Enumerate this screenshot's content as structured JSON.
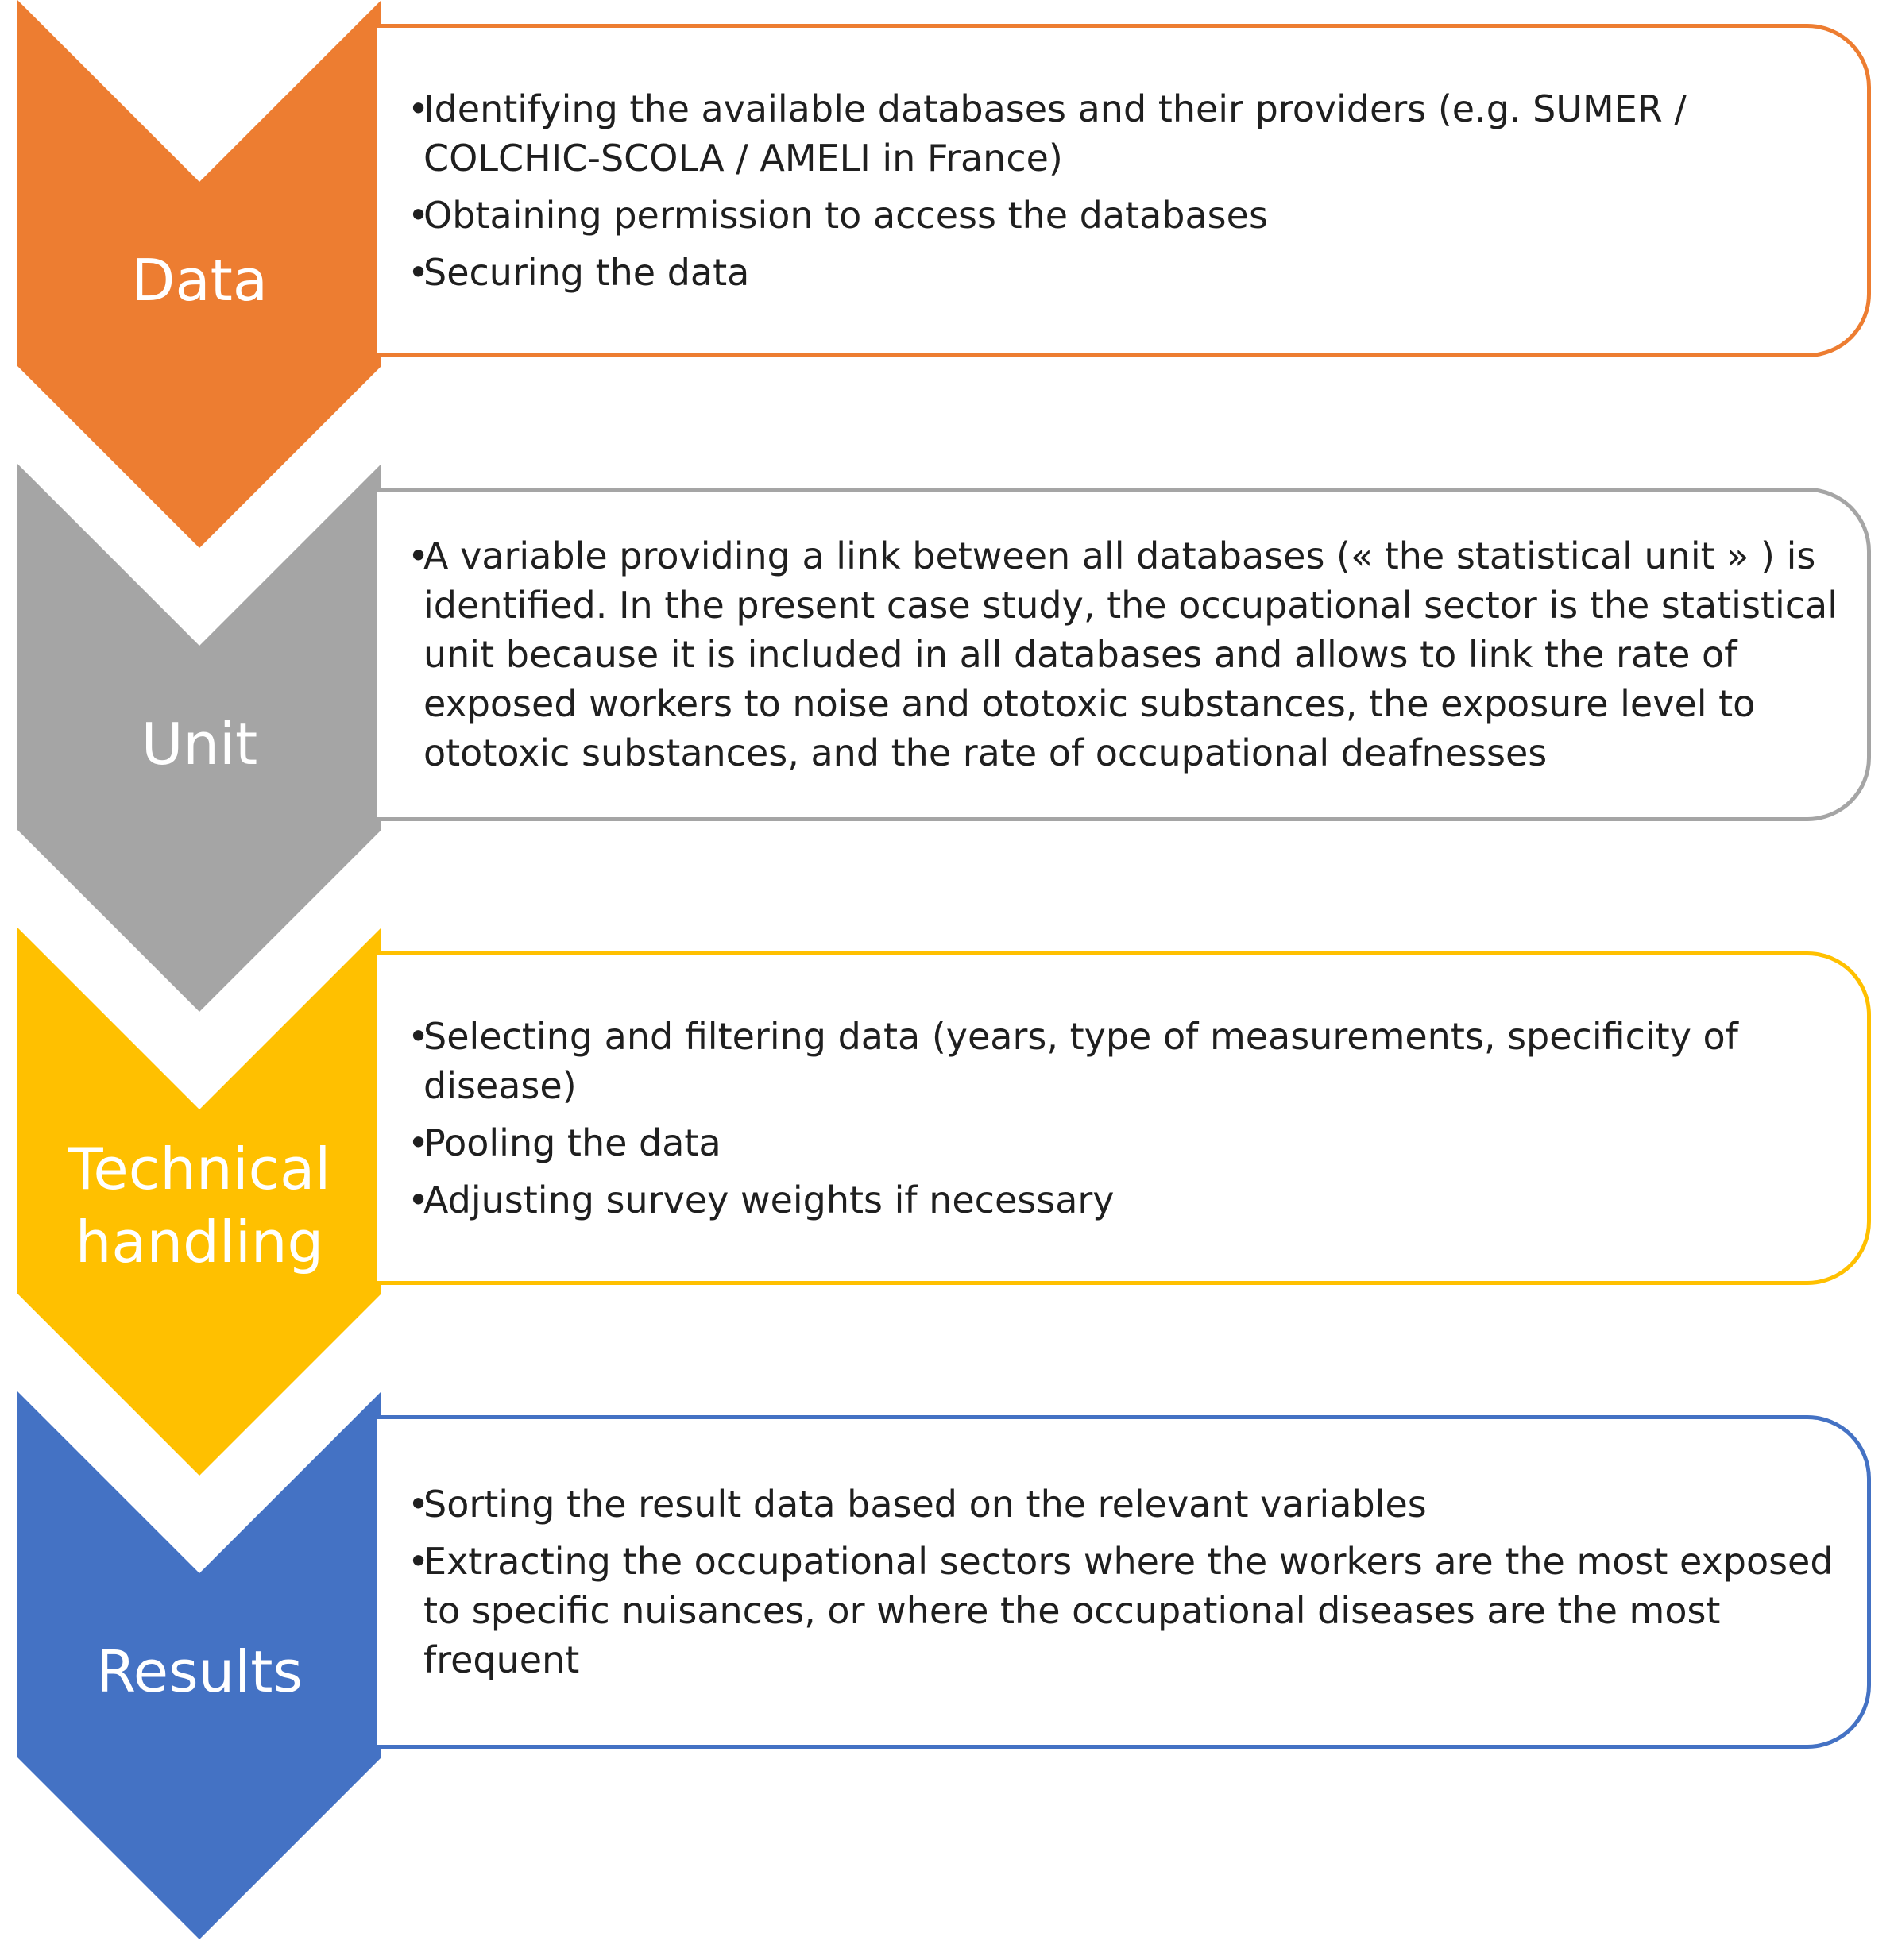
{
  "colors": {
    "data": "#ED7D31",
    "unit": "#A5A5A5",
    "technical": "#FFC000",
    "results": "#4472C4"
  },
  "steps": [
    {
      "label": "Data",
      "bullets": [
        "Identifying the available databases and their providers (e.g. SUMER / COLCHIC-SCOLA / AMELI in France)",
        "Obtaining permission to access the databases",
        "Securing the data"
      ]
    },
    {
      "label": "Unit",
      "bullets": [
        "A variable providing a link between all databases (« the statistical unit » ) is identified. In the present case study, the occupational sector is the statistical unit because it is included in all databases and  allows to link the rate of exposed workers to noise and ototoxic substances, the exposure level to ototoxic substances, and the rate of occupational deafnesses"
      ]
    },
    {
      "label_line1": "Technical",
      "label_line2": "handling",
      "bullets": [
        "Selecting and filtering data (years, type of measurements, specificity of disease)",
        "Pooling the data",
        "Adjusting survey  weights if necessary"
      ]
    },
    {
      "label": "Results",
      "bullets": [
        "Sorting the result data based on the relevant variables",
        "Extracting the occupational sectors where the workers are the most exposed to specific nuisances, or where the occupational diseases are the most frequent"
      ]
    }
  ]
}
